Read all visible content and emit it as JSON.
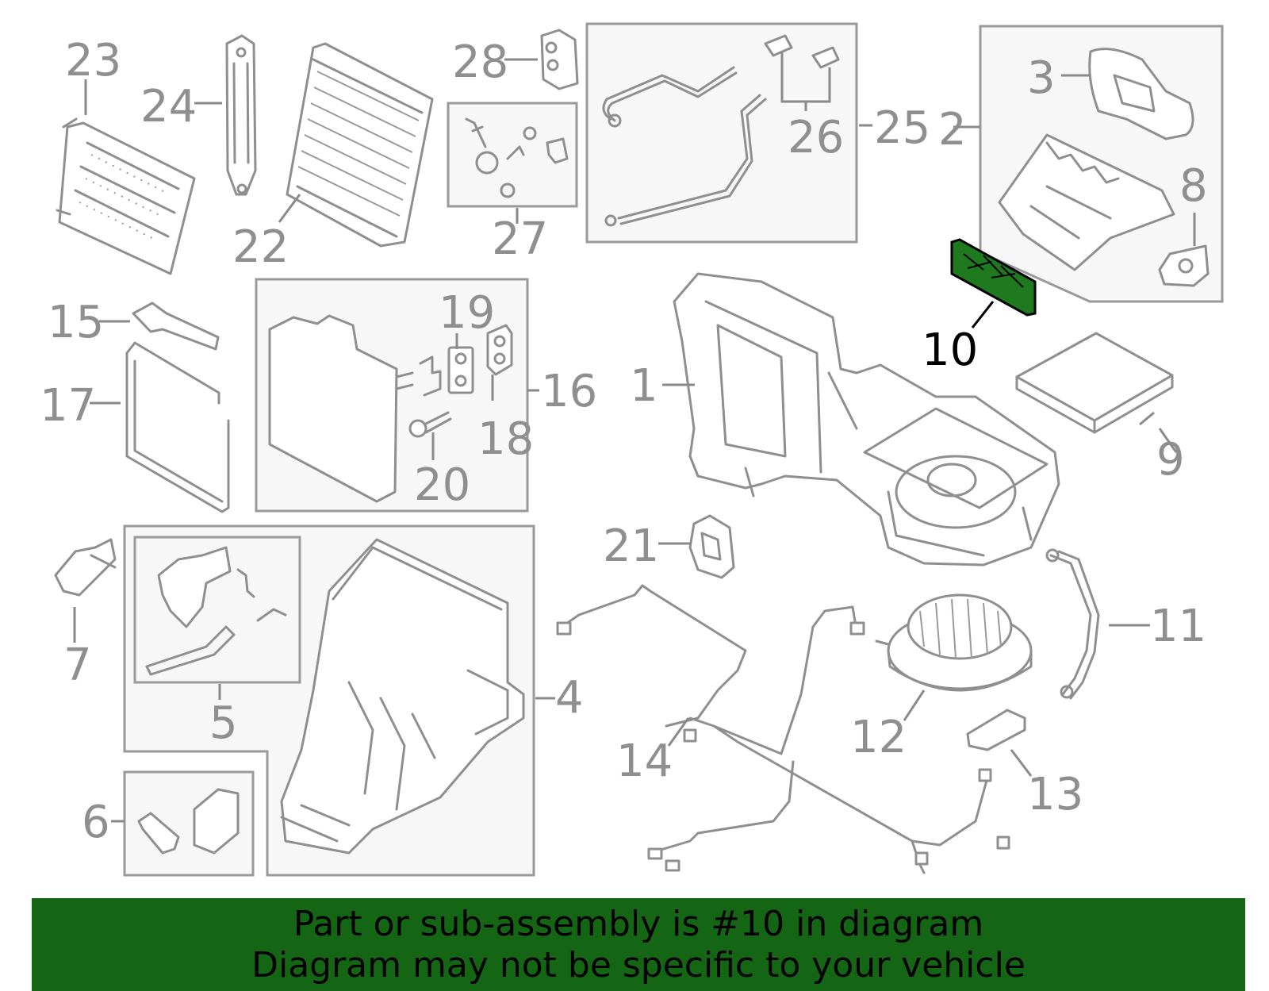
{
  "colors": {
    "banner_bg": "#146614",
    "highlight_part": "#1f7a1f",
    "callout_text": "#8f8f8f",
    "highlight_text": "#000000"
  },
  "callouts": {
    "c1": "1",
    "c2": "2",
    "c3": "3",
    "c4": "4",
    "c5": "5",
    "c6": "6",
    "c7": "7",
    "c8": "8",
    "c9": "9",
    "c10": "10",
    "c11": "11",
    "c12": "12",
    "c13": "13",
    "c14": "14",
    "c15": "15",
    "c16": "16",
    "c17": "17",
    "c18": "18",
    "c19": "19",
    "c20": "20",
    "c21": "21",
    "c22": "22",
    "c23": "23",
    "c24": "24",
    "c25": "25",
    "c26": "26",
    "c27": "27",
    "c28": "28"
  },
  "highlighted_callout": "10",
  "banner": {
    "line1": "Part or sub-assembly is #10 in diagram",
    "line2": "Diagram may not be specific to your vehicle"
  }
}
